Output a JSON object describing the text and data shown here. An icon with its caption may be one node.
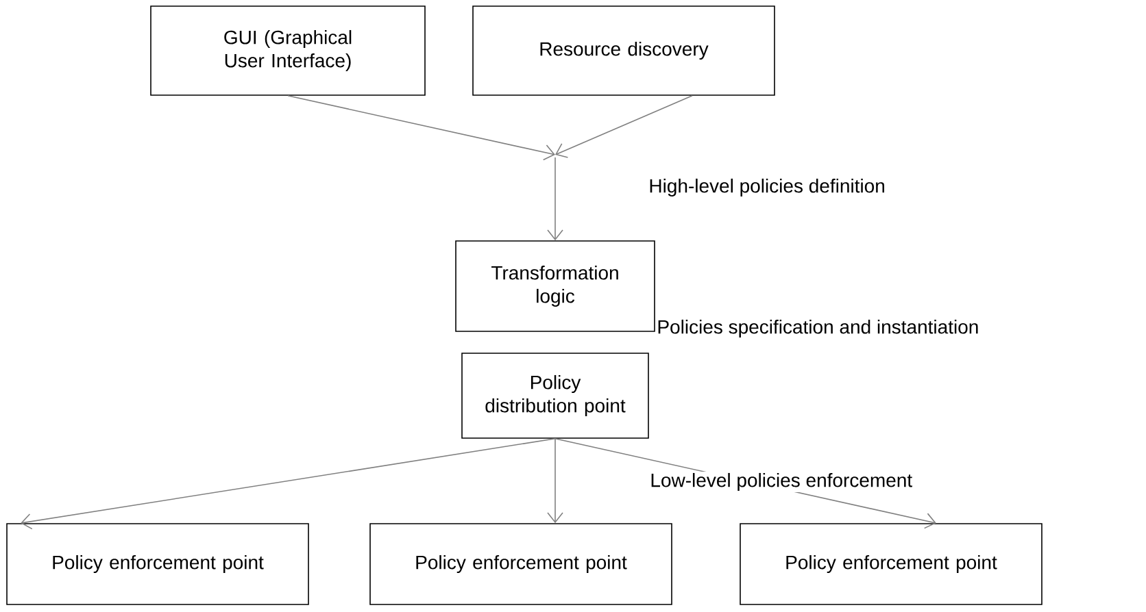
{
  "diagram": {
    "nodes": [
      {
        "text": [
          "GUI (Graphical User Interface)"
        ]
      },
      {
        "text": [
          "Resource discovery"
        ]
      },
      {
        "text": [
          "Transformation logic"
        ]
      },
      {
        "text": [
          "Policy distribution point"
        ]
      },
      {
        "text": [
          "Policy enforcement point"
        ]
      },
      {
        "text": [
          "Policy enforcement point"
        ]
      },
      {
        "text": [
          "Policy enforcement point"
        ]
      }
    ],
    "edges": [
      {
        "from": 0,
        "to": null,
        "arrow": "to"
      },
      {
        "from": 1,
        "to": null,
        "arrow": "to"
      },
      {
        "from": null,
        "to": 2,
        "arrow": "to"
      },
      {
        "from": 3,
        "to": 4,
        "arrow": "to"
      },
      {
        "from": 3,
        "to": 5,
        "arrow": "to"
      },
      {
        "from": 3,
        "to": 6,
        "arrow": "to"
      }
    ],
    "labels": [
      "High-level policies definition",
      "Policies specification and instantiation",
      "Low-level policies enforcement"
    ]
  }
}
